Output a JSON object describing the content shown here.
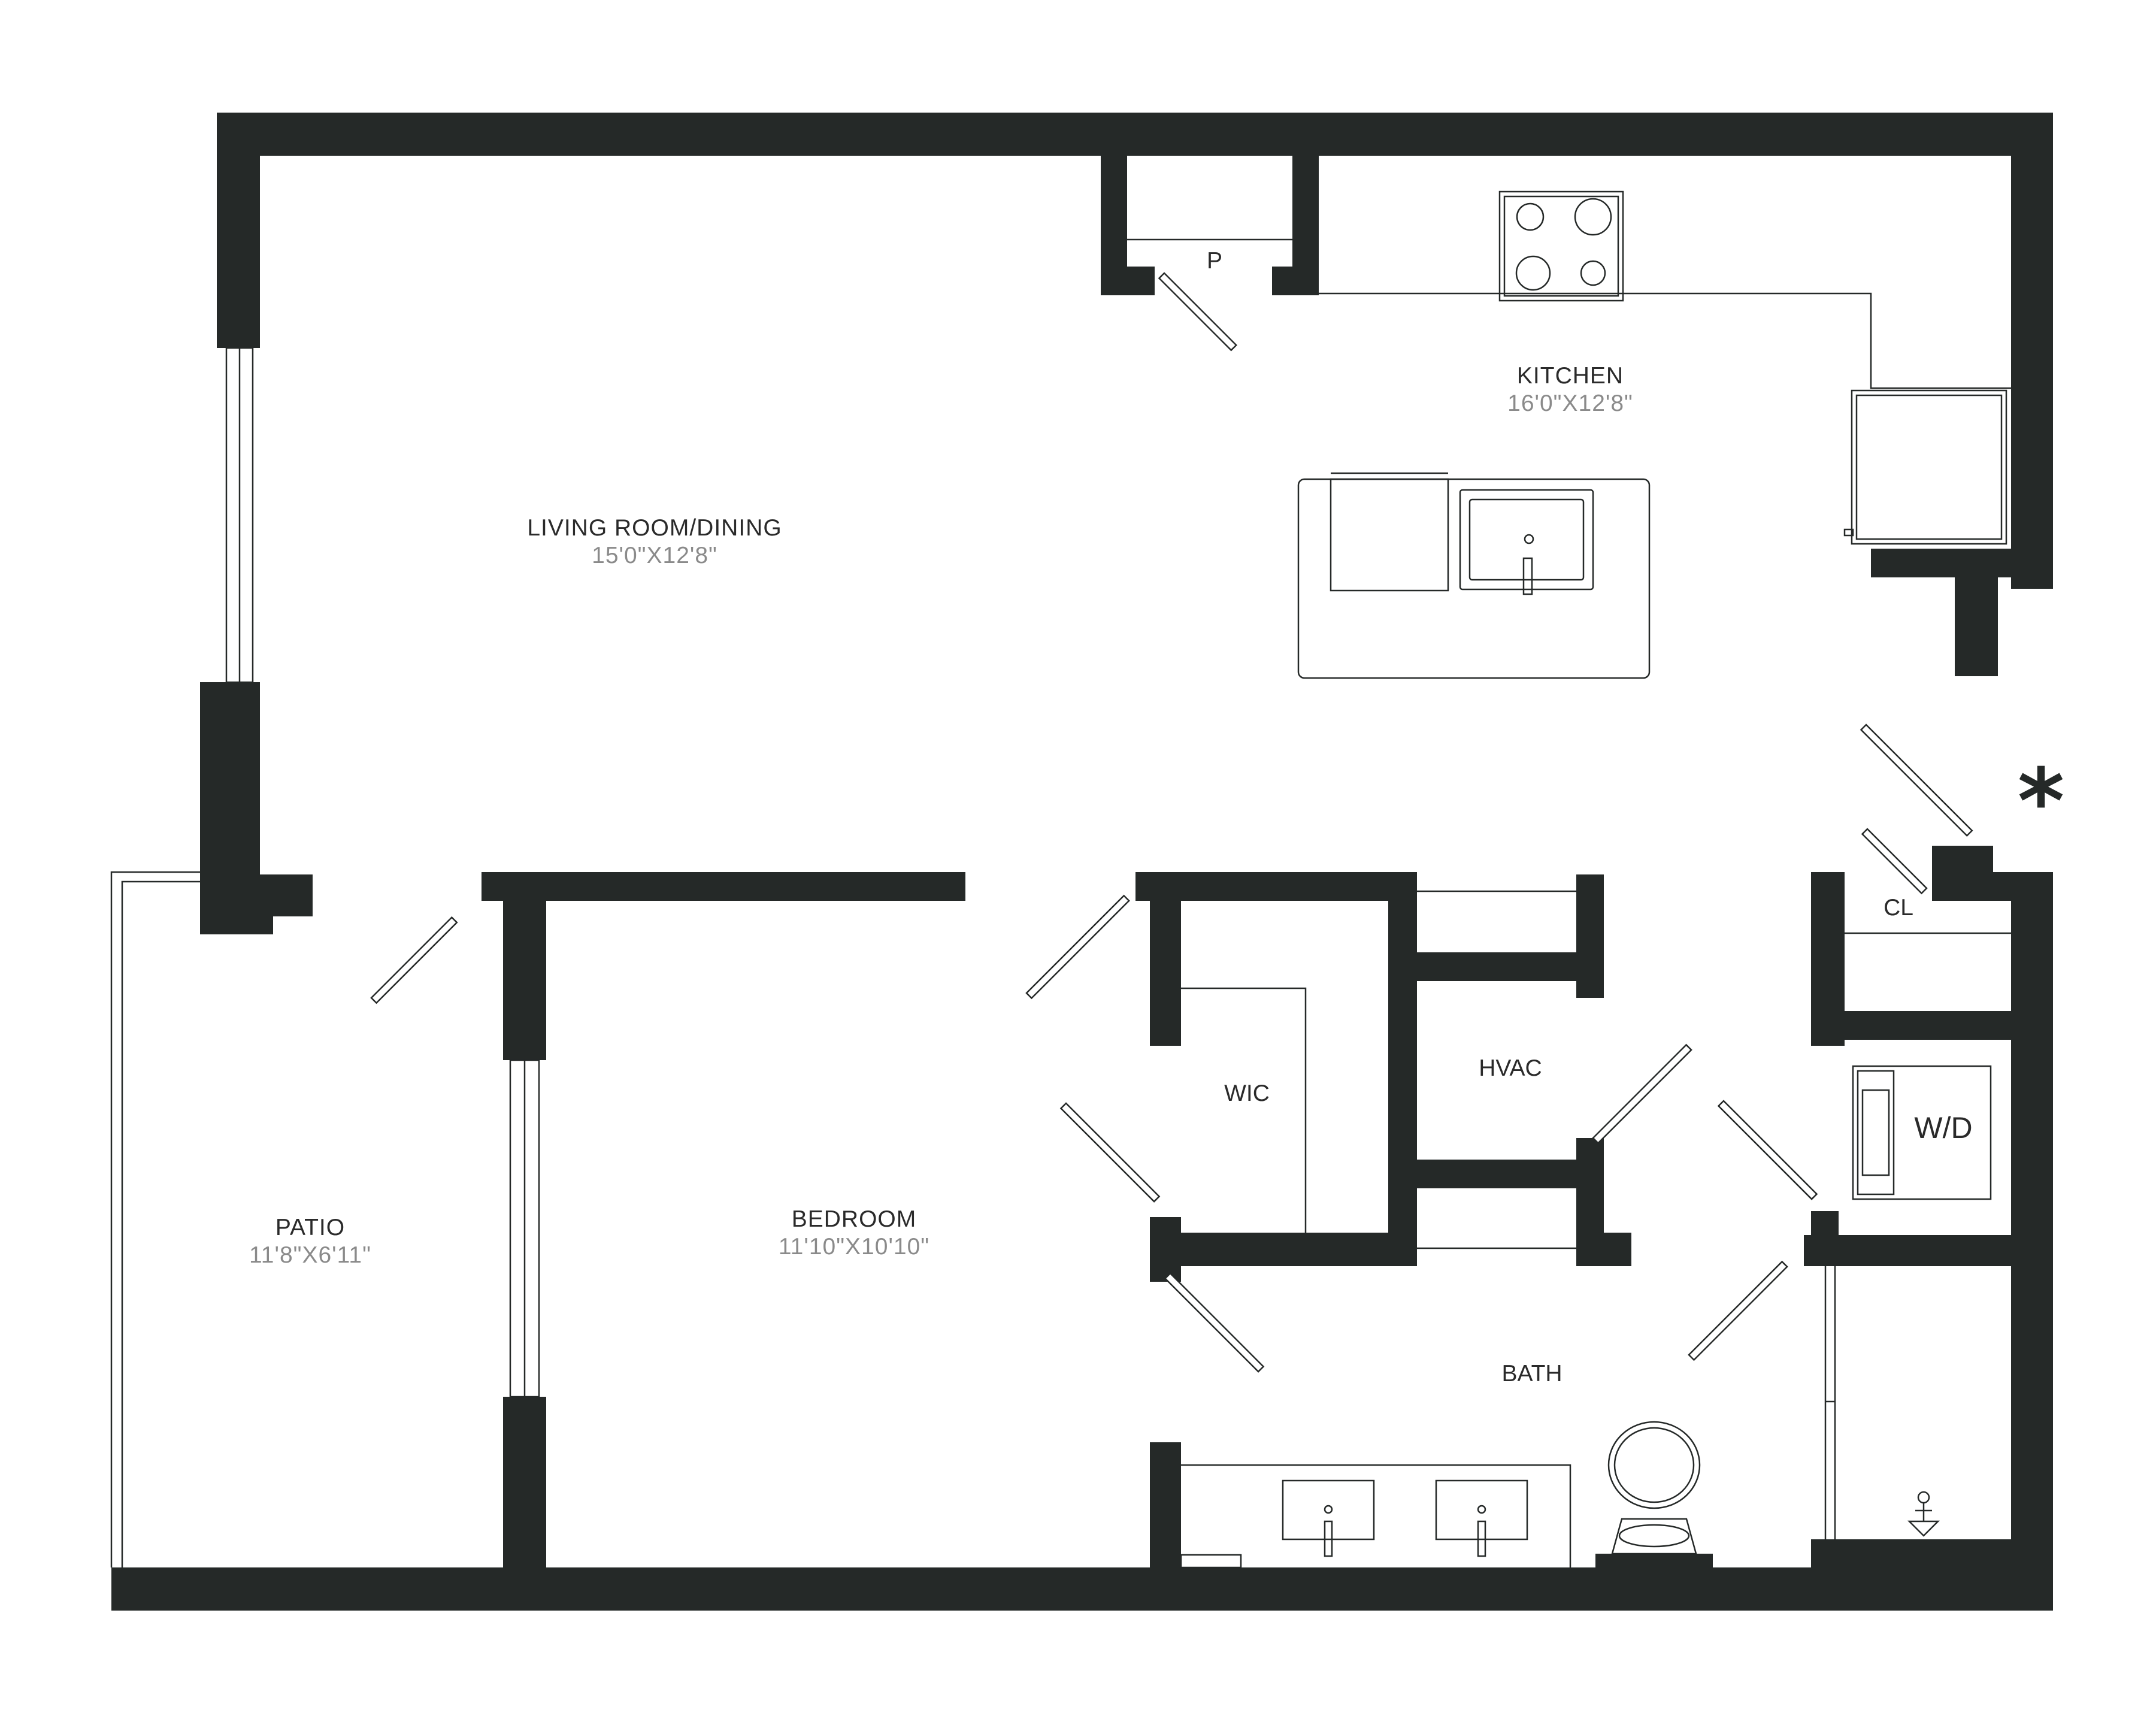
{
  "rooms": {
    "living": {
      "name": "LIVING ROOM/DINING",
      "dims": "15'0\"X12'8\""
    },
    "kitchen": {
      "name": "KITCHEN",
      "dims": "16'0\"X12'8\""
    },
    "bedroom": {
      "name": "BEDROOM",
      "dims": "11'10\"X10'10\""
    },
    "patio": {
      "name": "PATIO",
      "dims": "11'8\"X6'11\""
    },
    "bath": {
      "name": "BATH"
    },
    "wic": {
      "name": "WIC"
    },
    "hvac": {
      "name": "HVAC"
    },
    "pantry": {
      "name": "P"
    },
    "closet": {
      "name": "CL"
    },
    "laundry": {
      "name": "W/D"
    }
  },
  "marker": "*",
  "colors": {
    "wall": "#252928",
    "background": "#ffffff",
    "dimension_text": "#8a8a8a"
  }
}
